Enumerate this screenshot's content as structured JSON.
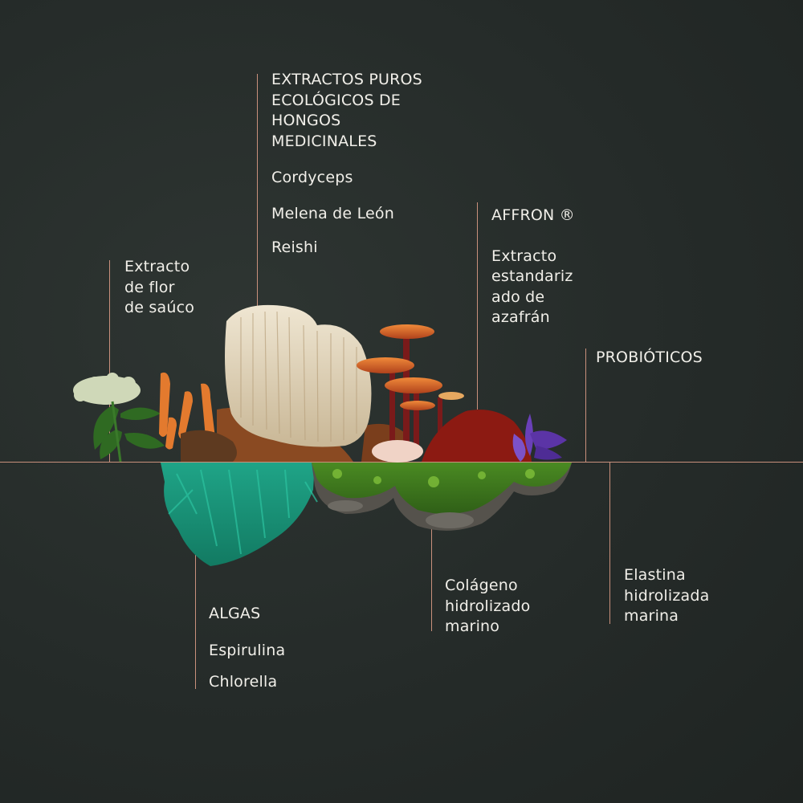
{
  "colors": {
    "background": "#262c2a",
    "rule": "#c9907c",
    "text": "#f1efe9"
  },
  "labels": {
    "sauco": {
      "text": "Extracto\nde flor\nde saúco"
    },
    "hongos": {
      "title": "EXTRACTOS PUROS\nECOLÓGICOS DE\nHONGOS\nMEDICINALES",
      "items": [
        "Cordyceps",
        "Melena de León",
        "Reishi"
      ]
    },
    "affron": {
      "title": "AFFRON ®",
      "desc": "Extracto\nestandariz\nado de\nazafrán"
    },
    "probioticos": {
      "title": "PROBIÓTICOS"
    },
    "algas": {
      "title": "ALGAS",
      "items": [
        "Espirulina",
        "Chlorella"
      ]
    },
    "colageno": {
      "text": "Colágeno\nhidrolizado\nmarino"
    },
    "elastina": {
      "text": "Elastina\nhidrolizada\nmarina"
    }
  },
  "illustration": {
    "name": "ingredients-island",
    "elements": [
      "elderflower",
      "cordyceps",
      "lions-mane",
      "reishi",
      "saffron",
      "spirulina",
      "moss-island"
    ]
  }
}
